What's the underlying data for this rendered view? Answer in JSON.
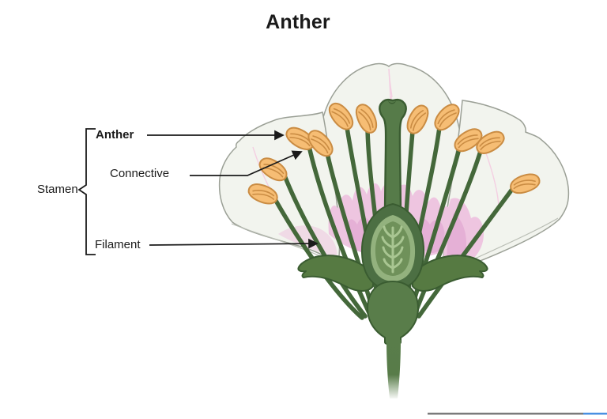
{
  "title": "Anther",
  "labels": {
    "stamen": "Stamen",
    "anther": "Anther",
    "connective": "Connective",
    "filament": "Filament"
  },
  "colors": {
    "label_text": "#1a1a1a",
    "petal_fill": "#f2f4ee",
    "petal_stroke": "#9ba096",
    "petal_rim": "#b9bdb4",
    "petal_vein": "#f4cfe2",
    "pink_wash": "#eec5e0",
    "pink_deep": "#e3abd3",
    "filament_green": "#44683a",
    "anther_fill": "#f6bd74",
    "anther_stroke": "#ca8c43",
    "pistil_fill": "#567b49",
    "pistil_dark": "#3a5c31",
    "ovary_outer": "#4c6f43",
    "ovary_ring": "#93b27e",
    "ovary_inner": "#6f915a",
    "ovary_vein": "#a9c692",
    "sepal_fill": "#567a42",
    "stem_fill": "#597d4a",
    "underline_gray": "#7b7b7b",
    "underline_blue": "#4a90e2"
  }
}
